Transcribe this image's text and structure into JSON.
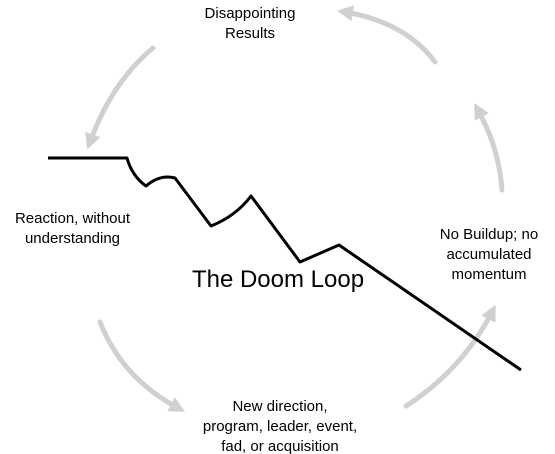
{
  "diagram": {
    "title": "The Doom Loop",
    "stages": {
      "top": [
        "Disappointing",
        "Results"
      ],
      "left": [
        "Reaction, without",
        "understanding"
      ],
      "bottom": [
        "New direction,",
        "program, leader, event,",
        "fad, or acquisition"
      ],
      "right": [
        "No Buildup; no",
        "accumulated",
        "momentum"
      ]
    },
    "colors": {
      "cycle_arrows": "#d0d0d0",
      "trend_line": "#000000",
      "text": "#000000",
      "background": "#ffffff"
    },
    "icons": [
      "cycle-arrow-icon",
      "declining-trend-line"
    ]
  }
}
